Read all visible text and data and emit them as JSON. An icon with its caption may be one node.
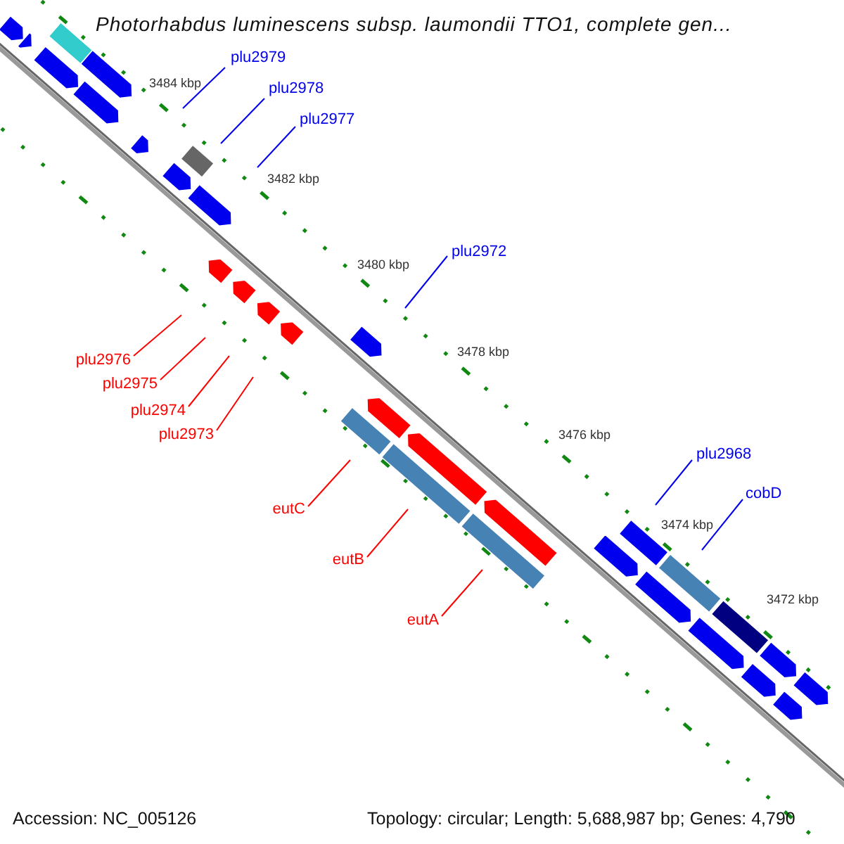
{
  "diagram": {
    "title": "Photorhabdus luminescens subsp. laumondii TTO1, complete gen...",
    "nodes": [
      {
        "text": [
          "plu2979"
        ]
      },
      {
        "text": [
          "plu2978"
        ]
      },
      {
        "text": [
          "plu2977"
        ]
      },
      {
        "text": [
          "plu2972"
        ]
      },
      {
        "text": [
          "plu2968"
        ]
      },
      {
        "text": [
          "cobD"
        ]
      },
      {
        "text": [
          "plu2976"
        ]
      },
      {
        "text": [
          "plu2975"
        ]
      },
      {
        "text": [
          "plu2974"
        ]
      },
      {
        "text": [
          "plu2973"
        ]
      },
      {
        "text": [
          "eutC"
        ]
      },
      {
        "text": [
          "eutB"
        ]
      },
      {
        "text": [
          "eutA"
        ]
      }
    ],
    "edges": [
      {
        "from": 0,
        "to": null,
        "arrow": "none",
        "color": "#0000ee"
      },
      {
        "from": 1,
        "to": null,
        "arrow": "none",
        "color": "#0000ee"
      },
      {
        "from": 2,
        "to": null,
        "arrow": "none",
        "color": "#0000ee"
      },
      {
        "from": 3,
        "to": null,
        "arrow": "none",
        "color": "#0000ee"
      },
      {
        "from": 4,
        "to": null,
        "arrow": "none",
        "color": "#0000ee"
      },
      {
        "from": 5,
        "to": null,
        "arrow": "none",
        "color": "#0000ee"
      },
      {
        "from": 6,
        "to": null,
        "arrow": "none",
        "color": "#ff0000"
      },
      {
        "from": 7,
        "to": null,
        "arrow": "none",
        "color": "#ff0000"
      },
      {
        "from": 8,
        "to": null,
        "arrow": "none",
        "color": "#ff0000"
      },
      {
        "from": 9,
        "to": null,
        "arrow": "none",
        "color": "#ff0000"
      },
      {
        "from": 10,
        "to": null,
        "arrow": "none",
        "color": "#ff0000"
      },
      {
        "from": 11,
        "to": null,
        "arrow": "none",
        "color": "#ff0000"
      },
      {
        "from": 12,
        "to": null,
        "arrow": "none",
        "color": "#ff0000"
      }
    ],
    "labels": [
      "3484 kbp",
      "3482 kbp",
      "3480 kbp",
      "3478 kbp",
      "3476 kbp",
      "3474 kbp",
      "3472 kbp",
      "Accession: NC_005126",
      "Topology: circular; Length: 5,688,987 bp; Genes: 4,790"
    ]
  }
}
